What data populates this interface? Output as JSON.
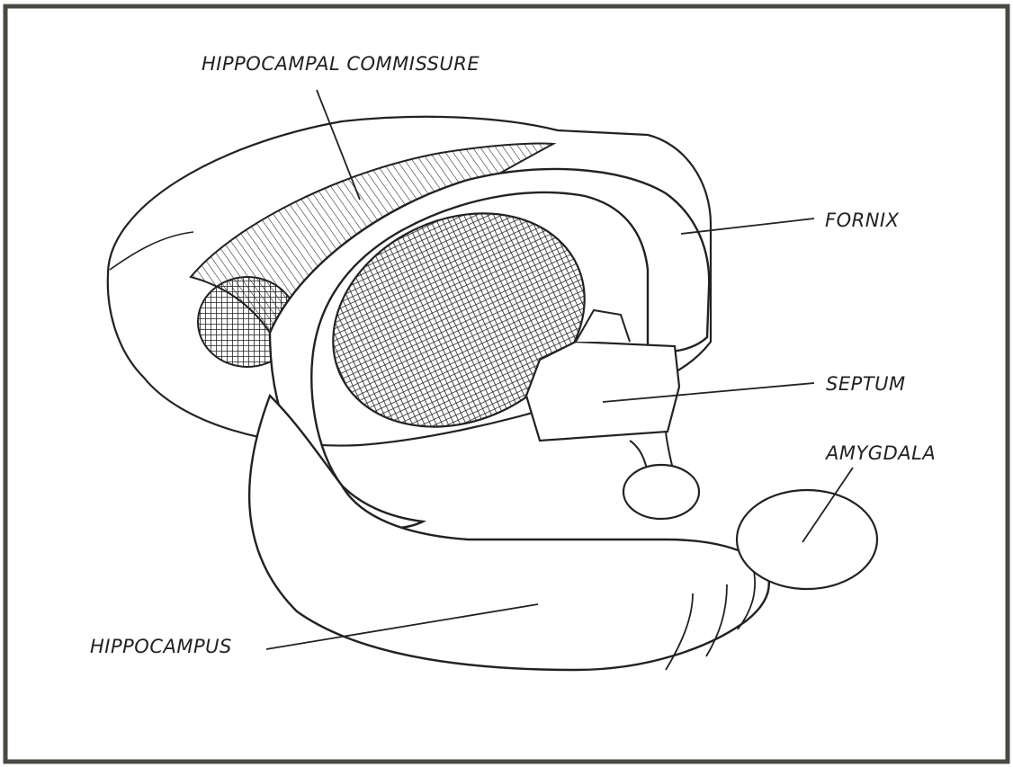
{
  "figure": {
    "labels": {
      "hippocampal_commissure": "HIPPOCAMPAL COMMISSURE",
      "fornix": "FORNIX",
      "septum": "SEPTUM",
      "amygdala": "AMYGDALA",
      "hippocampus": "HIPPOCAMPUS"
    }
  },
  "colors": {
    "frame": "#4a4a44",
    "ink": "#222222",
    "paper": "#ffffff"
  }
}
